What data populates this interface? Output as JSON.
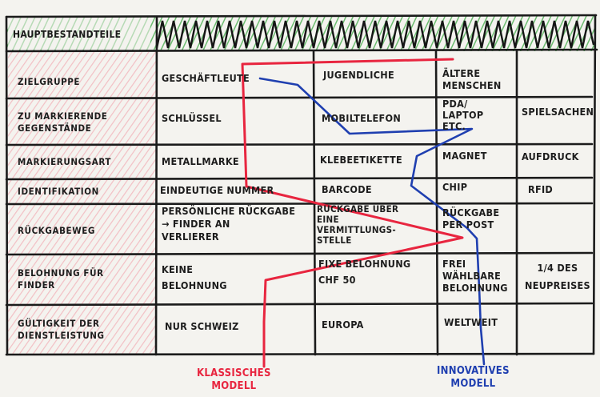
{
  "header": {
    "title": "HAUPTBESTANDTEILE"
  },
  "rows": [
    {
      "label": "ZIELGRUPPE",
      "cells": [
        "GESCHÄFTLEUTE",
        "JUGENDLICHE",
        "ÄLTERE\nMENSCHEN",
        ""
      ]
    },
    {
      "label": "ZU MARKIERENDE\nGEGENSTÄNDE",
      "cells": [
        "SCHLÜSSEL",
        "MOBILTELEFON",
        "PDA/\nLAPTOP\nETC.",
        "SPIELSACHEN"
      ]
    },
    {
      "label": "MARKIERUNGSART",
      "cells": [
        "METALLMARKE",
        "KLEBEETIKETTE",
        "MAGNET",
        "AUFDRUCK"
      ]
    },
    {
      "label": "IDENTIFIKATION",
      "cells": [
        "EINDEUTIGE NUMMER",
        "BARCODE",
        "CHIP",
        "RFID"
      ]
    },
    {
      "label": "RÜCKGABEWEG",
      "cells": [
        "PERSÖNLICHE RÜCKGABE\n→ FINDER AN\nVERLIERER",
        "RÜCKGABE ÜBER\nEINE\nVERMITTLUNGS-\nSTELLE",
        "RÜCKGABE\nPER POST",
        ""
      ]
    },
    {
      "label": "BELOHNUNG FÜR\nFINDER",
      "cells": [
        "KEINE\nBELOHNUNG",
        "FIXE BELOHNUNG\nCHF 50",
        "FREI\nWÄHLBARE\nBELOHNUNG",
        "1/4 DES\nNEUPREISES"
      ]
    },
    {
      "label": "GÜLTIGKEIT DER\nDIENSTLEISTUNG",
      "cells": [
        "NUR SCHWEIZ",
        "EUROPA",
        "WELTWEIT",
        ""
      ]
    }
  ],
  "legend": {
    "classic": "KLASSISCHES\nMODELL",
    "innovative": "INNOVATIVES\nMODELL"
  },
  "colors": {
    "classic": "#e8253f",
    "innovative": "#1f3fb0",
    "header_green": "#6fbf73",
    "label_pink": "#f3b7bd",
    "ink": "#1d1d1d"
  }
}
